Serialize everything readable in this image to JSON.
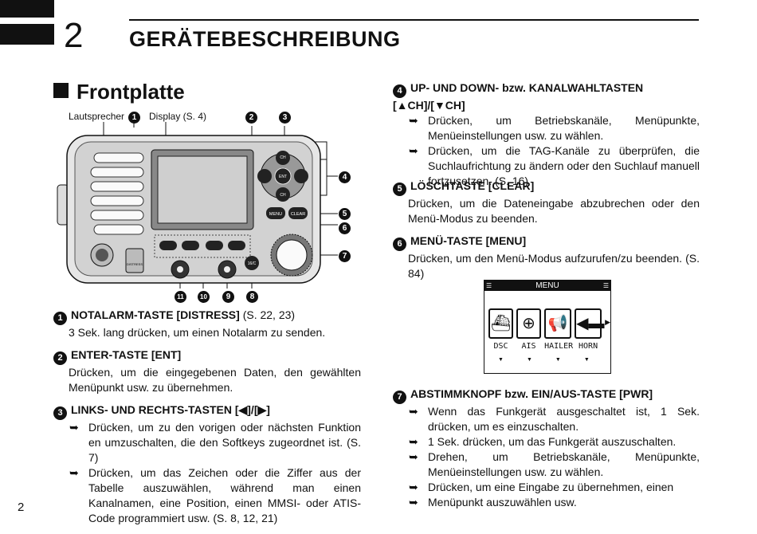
{
  "header": {
    "chapter_number": "2",
    "chapter_title": "GERÄTEBESCHREIBUNG"
  },
  "section_title": "Frontplatte",
  "figure": {
    "label_speaker": "Lautsprecher",
    "label_display": "Display (S. 4)",
    "btn_ent": "ENT",
    "btn_menu": "MENU",
    "btn_clear": "CLEAR",
    "btn_ch": "CH",
    "btn_16c": "16/C",
    "btn_distress": "DISTRESS",
    "callouts": [
      "1",
      "2",
      "3",
      "4",
      "5",
      "6",
      "7",
      "8",
      "9",
      "10",
      "11"
    ]
  },
  "menu_screen": {
    "title": "MENU",
    "icons": [
      "DSC",
      "AIS",
      "HAILER",
      "HORN"
    ]
  },
  "items": [
    {
      "num": "1",
      "title": "NOTALARM-TASTE [DISTRESS]",
      "ref": " (S. 22, 23)",
      "text": "3 Sek. lang drücken, um einen Notalarm zu senden."
    },
    {
      "num": "2",
      "title": "ENTER-TASTE [ENT]",
      "text": "Drücken, um die eingegebenen Daten, den gewählten Menüpunkt usw. zu übernehmen."
    },
    {
      "num": "3",
      "title": "LINKS- UND RECHTS-TASTEN [◀]/[▶]",
      "bullets": [
        "Drücken, um zu den vorigen oder nächsten Funktion en umzuschalten, die den Softkeys zugeordnet ist. (S. 7)",
        "Drücken, um das Zeichen oder die Ziffer aus der Tabelle auszuwählen, während man einen Kanalnamen, eine Position, einen MMSI- oder ATIS-Code programmiert usw. (S. 8, 12, 21)"
      ]
    },
    {
      "num": "4",
      "title": "UP- UND DOWN- bzw. KANALWAHLTASTEN [▲CH]/[▼CH]",
      "bullets": [
        "Drücken, um Betriebskanäle, Menüpunkte, Menüeinstellungen usw. zu wählen.",
        "Drücken, um die TAG-Kanäle zu überprüfen, die Suchlaufrichtung zu ändern oder den Suchlauf manuell fortzusetzen. (S. 16)"
      ]
    },
    {
      "num": "5",
      "title": "LÖSCHTASTE [CLEAR]",
      "text": "Drücken, um die Dateneingabe abzubrechen oder den Menü-Modus zu beenden."
    },
    {
      "num": "6",
      "title": "MENÜ-TASTE [MENU]",
      "text": "Drücken, um den Menü-Modus aufzurufen/zu beenden. (S. 84)"
    },
    {
      "num": "7",
      "title": "ABSTIMMKNOPF bzw. EIN/AUS-TASTE [PWR]",
      "bullets": [
        "Wenn das Funkgerät ausgeschaltet ist, 1 Sek. drücken, um es einzuschalten.",
        "1 Sek. drücken, um das Funkgerät auszuschalten.",
        "Drehen, um Betriebskanäle, Menüpunkte, Menüeinstellungen usw. zu wählen.",
        "Drücken, um eine Eingabe zu übernehmen, einen",
        "Menüpunkt auszuwählen usw."
      ]
    }
  ],
  "bullet_symbol": "➥",
  "page_number": "2"
}
